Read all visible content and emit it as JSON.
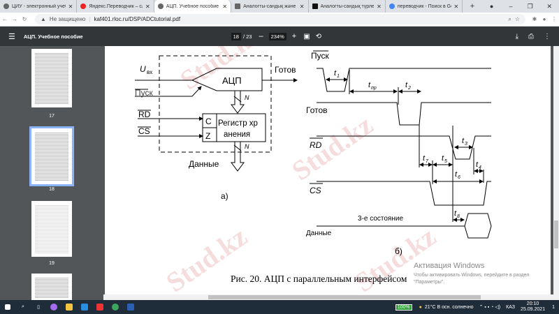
{
  "browser": {
    "tabs": [
      {
        "label": "ЦИУ - электронный учебн"
      },
      {
        "label": "Яндекс.Переводчик – слов"
      },
      {
        "label": "АЦП. Учебное пособие",
        "active": true
      },
      {
        "label": "Аналогты-сандық және са"
      },
      {
        "label": "Аналогты-сандық түрлен"
      },
      {
        "label": "переводчик - Поиск в Goo"
      }
    ],
    "new_tab": "+",
    "security": "Не защищено",
    "url": "kaf401.rloc.ru/DSP/ADCtutorial.pdf"
  },
  "pdf": {
    "title": "АЦП. Учебное пособие",
    "page_current": "18",
    "page_total": "/ 23",
    "zoom": "234%",
    "thumbnails": [
      "17",
      "18",
      "19"
    ]
  },
  "diagram_a": {
    "u_in": "U",
    "u_in_sub": "вх",
    "start": "Пуск",
    "rd": "RD",
    "cs": "CS",
    "adc": "АЦП",
    "ready": "Готов",
    "reg_c": "C",
    "reg_z": "Z",
    "reg_line1": "Регистр хр",
    "reg_line2": "анения",
    "n1": "N",
    "n2": "N",
    "data": "Данные",
    "label": "а)"
  },
  "diagram_b": {
    "start": "Пуск",
    "ready": "Готов",
    "rd": "RD",
    "cs": "CS",
    "data": "Данные",
    "third_state": "3-е состояние",
    "t1": "t",
    "t1s": "1",
    "tpr": "t",
    "tprs": "пр",
    "t2": "t",
    "t2s": "2",
    "t3": "t",
    "t3s": "3",
    "t4": "t",
    "t4s": "4",
    "t5": "t",
    "t5s": "5",
    "t6": "t",
    "t6s": "6",
    "t7": "t",
    "t7s": "7",
    "t8": "t",
    "t8s": "8",
    "label": "б)"
  },
  "caption": "Рис. 20. АЦП с параллельным интерфейсом",
  "activation": {
    "title": "Активация Windows",
    "text": "Чтобы активировать Windows, перейдите в раздел",
    "text2": "\"Параметры\"."
  },
  "watermark": "Stud.kz",
  "taskbar": {
    "battery": "100%",
    "weather": "21°C  В осн. солнечно",
    "lang": "КАЗ",
    "time": "20:10",
    "date": "25.09.2021",
    "notif": "1"
  }
}
